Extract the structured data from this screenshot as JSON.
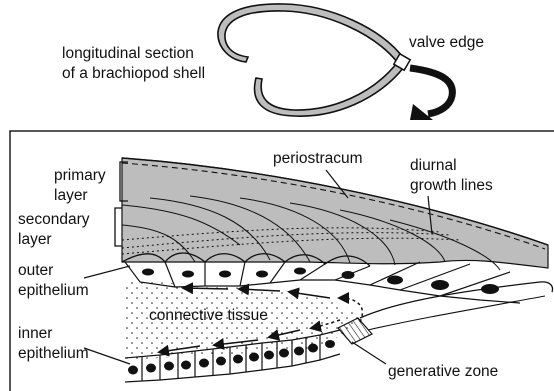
{
  "overview": {
    "caption_line1": "longitudinal section",
    "caption_line2": "of a brachiopod shell",
    "valve_edge": "valve edge"
  },
  "detail": {
    "periostracum": "periostracum",
    "diurnal_line1": "diurnal",
    "diurnal_line2": "growth lines",
    "primary_line1": "primary",
    "primary_line2": "layer",
    "secondary_line1": "secondary",
    "secondary_line2": "layer",
    "outer_line1": "outer",
    "outer_line2": "epithelium",
    "connective": "connective tissue",
    "inner_line1": "inner",
    "inner_line2": "epithelium",
    "generative": "generative zone"
  },
  "colors": {
    "shell_fill": "#bdbdbd",
    "stroke": "#111111",
    "background": "#ffffff"
  }
}
